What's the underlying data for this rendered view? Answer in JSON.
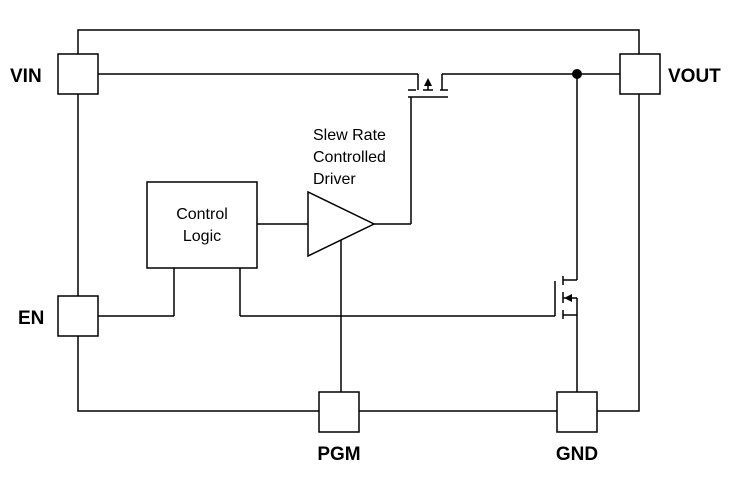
{
  "pins": {
    "vin": "VIN",
    "vout": "VOUT",
    "en": "EN",
    "pgm": "PGM",
    "gnd": "GND"
  },
  "blocks": {
    "control_logic": [
      "Control",
      "Logic"
    ],
    "driver": [
      "Slew Rate",
      "Controlled",
      "Driver"
    ]
  }
}
